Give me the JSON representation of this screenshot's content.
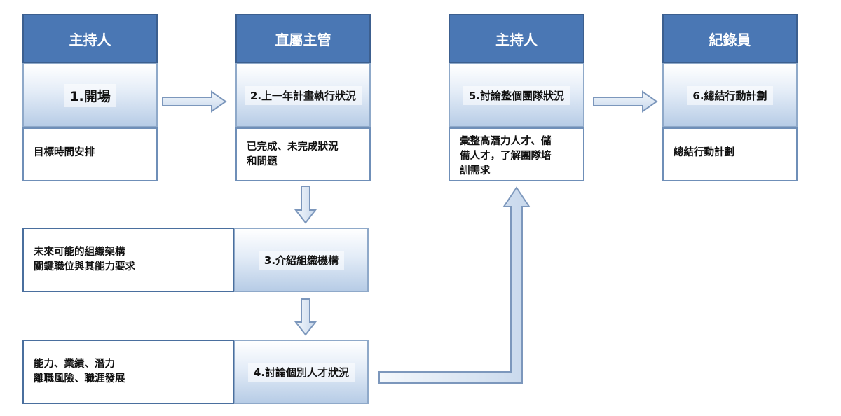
{
  "columns": [
    {
      "role": "主持人",
      "step": "1.開場",
      "desc": "目標時間安排"
    },
    {
      "role": "直屬主管",
      "step": "2.上一年計畫執行狀況",
      "desc": "已完成、未完成狀況\n和問題"
    },
    {
      "role": "主持人",
      "step": "5.討論整個團隊狀況",
      "desc": "彙整高潛力人才、儲\n備人才，了解團隊培\n訓需求"
    },
    {
      "role": "紀錄員",
      "step": "6.總結行動計劃",
      "desc": "總結行動計劃"
    }
  ],
  "rows": [
    {
      "desc": "未來可能的組織架構\n關鍵職位與其能力要求",
      "step": "3.介紹組織機構"
    },
    {
      "desc": "能力、業績、潛力\n離職風險、職涯發展",
      "step": "4.討論個別人才狀況"
    }
  ],
  "colors": {
    "header_fill": "#4a77b4",
    "header_border": "#3c5f8f",
    "step_gradient_top": "#ffffff",
    "step_gradient_bottom": "#b7cce6",
    "box_border": "#6f8fb8",
    "arrow_fill": "#dde7f3",
    "arrow_stroke": "#7c97bc"
  }
}
